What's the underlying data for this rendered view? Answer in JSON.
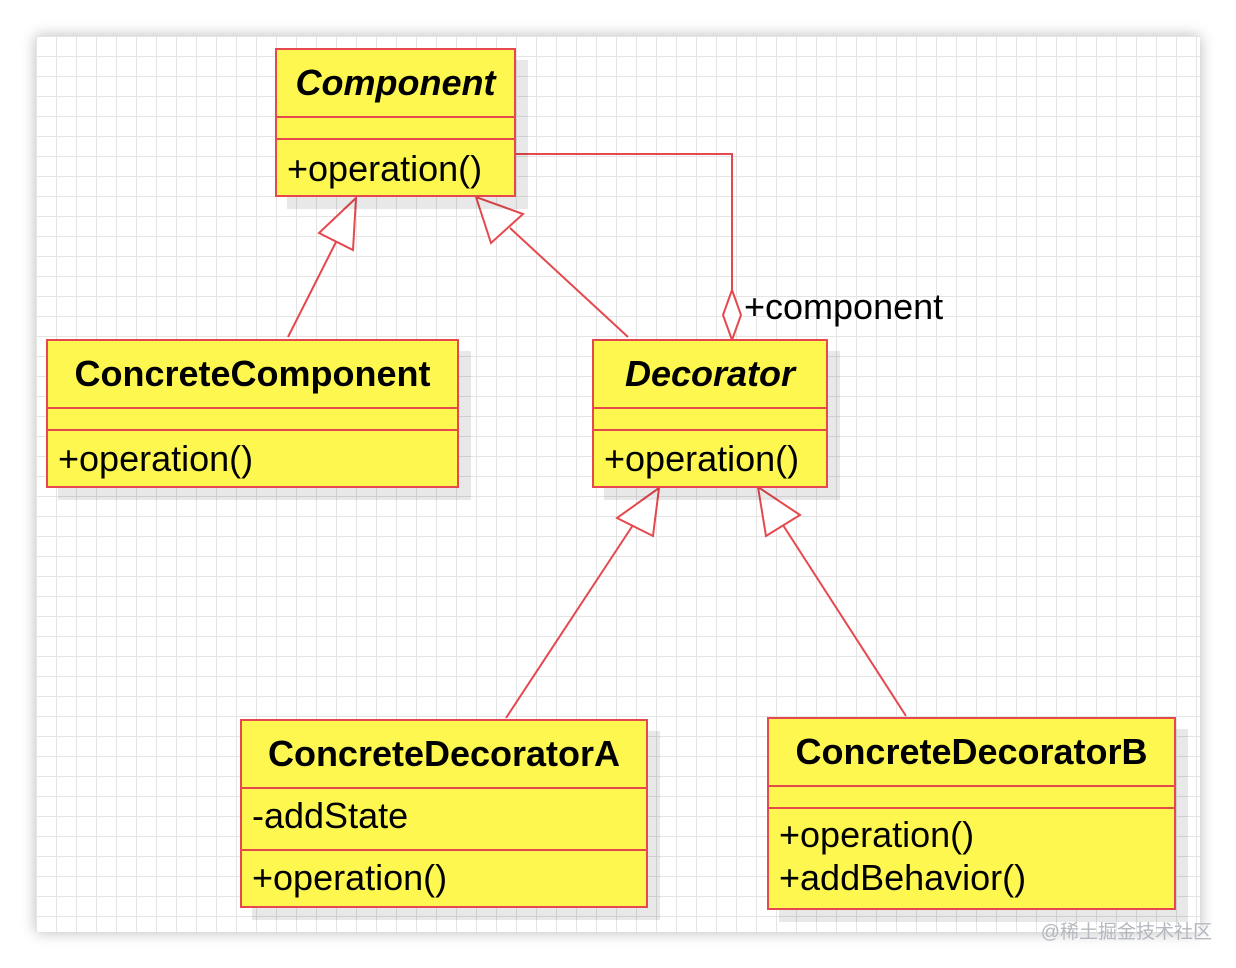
{
  "classes": {
    "component": {
      "name": "Component",
      "attributes": [],
      "operations": [
        "+operation()"
      ]
    },
    "concrete_component": {
      "name": "ConcreteComponent",
      "attributes": [],
      "operations": [
        "+operation()"
      ]
    },
    "decorator": {
      "name": "Decorator",
      "attributes": [],
      "operations": [
        "+operation()"
      ]
    },
    "concrete_decorator_a": {
      "name": "ConcreteDecoratorA",
      "attributes": [
        "-addState"
      ],
      "operations": [
        "+operation()"
      ]
    },
    "concrete_decorator_b": {
      "name": "ConcreteDecoratorB",
      "attributes": [],
      "operations": [
        "+operation()",
        "+addBehavior()"
      ]
    }
  },
  "relations": {
    "aggregation_role": "+component"
  },
  "watermark": "@稀土掘金技术社区",
  "colors": {
    "class_fill": "#fdf750",
    "line": "#e5484d"
  }
}
